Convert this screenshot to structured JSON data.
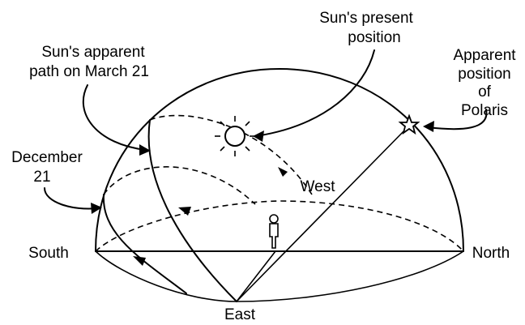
{
  "labels": {
    "sun_present_line1": "Sun's present",
    "sun_present_line2": "position",
    "march_line1": "Sun's apparent",
    "march_line2": "path on March 21",
    "polaris_line1": "Apparent",
    "polaris_line2": "position",
    "polaris_line3": "of",
    "polaris_line4": "Polaris",
    "december_line1": "December",
    "december_line2": "21",
    "west": "West",
    "south": "South",
    "north": "North",
    "east": "East"
  }
}
